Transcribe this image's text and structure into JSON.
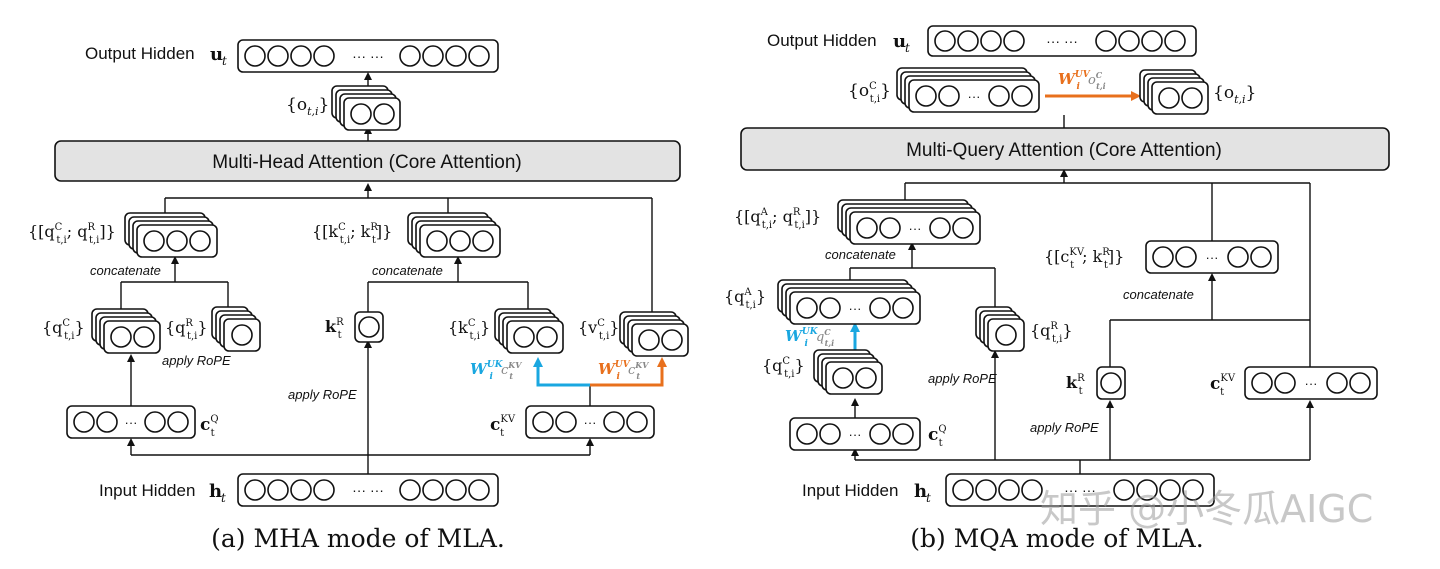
{
  "panel_a": {
    "output_label": "Output Hidden",
    "output_sym": "u",
    "output_sub": "t",
    "o_label": "{o",
    "o_sub": "t,i",
    "o_close": "}",
    "attention": "Multi-Head Attention (Core Attention)",
    "q_concat_label": "{[q",
    "q_concat_mid": "; q",
    "q_concat_close": "]}",
    "k_concat_label": "{[k",
    "k_concat_mid": "; k",
    "k_concat_close": "]}",
    "concatenate": "concatenate",
    "qc_label": "{q",
    "qr_label": "{q",
    "apply_rope": "apply RoPE",
    "kr_label": "k",
    "kc_label": "{k",
    "vc_label": "{v",
    "wuk": "W",
    "wuv": "W",
    "cq_label": "c",
    "ckv_label": "c",
    "input_label": "Input Hidden",
    "input_sym": "h",
    "input_sub": "t",
    "dots": "···",
    "dots_wide": "··· ···",
    "caption": "(a)  MHA mode of MLA."
  },
  "panel_b": {
    "output_label": "Output Hidden",
    "output_sym": "u",
    "output_sub": "t",
    "oc_label": "{o",
    "o_label": "{o",
    "wuv": "W",
    "attention": "Multi-Query Attention (Core Attention)",
    "q_concat_label": "{[q",
    "q_concat_mid": "; q",
    "q_concat_close": "]}",
    "ckv_concat_label": "{[c",
    "ckv_concat_mid": "; k",
    "ckv_concat_close": "]}",
    "concatenate": "concatenate",
    "qa_label": "{q",
    "wuk": "W",
    "qr_label": "{q",
    "qc_label": "{q",
    "apply_rope": "apply RoPE",
    "kr_label": "k",
    "ckv_label": "c",
    "cq_label": "c",
    "input_label": "Input Hidden",
    "input_sym": "h",
    "input_sub": "t",
    "dots": "···",
    "dots_wide": "··· ···",
    "caption": "(b)  MQA mode of MLA."
  },
  "watermark": "知乎 @小冬瓜AIGC",
  "colors": {
    "absorb_uk": "#1aa7e0",
    "absorb_uv": "#e8701d",
    "attention_fill": "#e3e3e3",
    "ink": "#111111"
  }
}
